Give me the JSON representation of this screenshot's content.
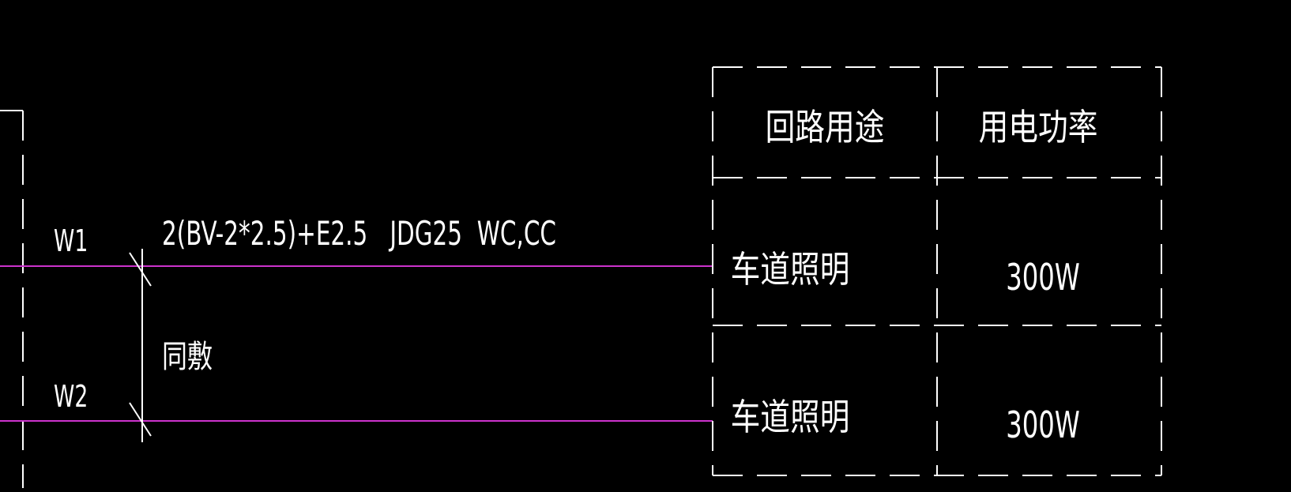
{
  "colors": {
    "background": "#000000",
    "line": "#ffffff",
    "wire": "#cc33cc"
  },
  "circuits": [
    {
      "id": "W1",
      "spec": "2(BV-2*2.5)+E2.5   JDG25  WC,CC"
    },
    {
      "id": "W2"
    }
  ],
  "shared_note": "同敷",
  "table": {
    "headers": [
      "回路用途",
      "用电功率"
    ],
    "rows": [
      {
        "usage": "车道照明",
        "power": "300W"
      },
      {
        "usage": "车道照明",
        "power": "300W"
      }
    ]
  }
}
